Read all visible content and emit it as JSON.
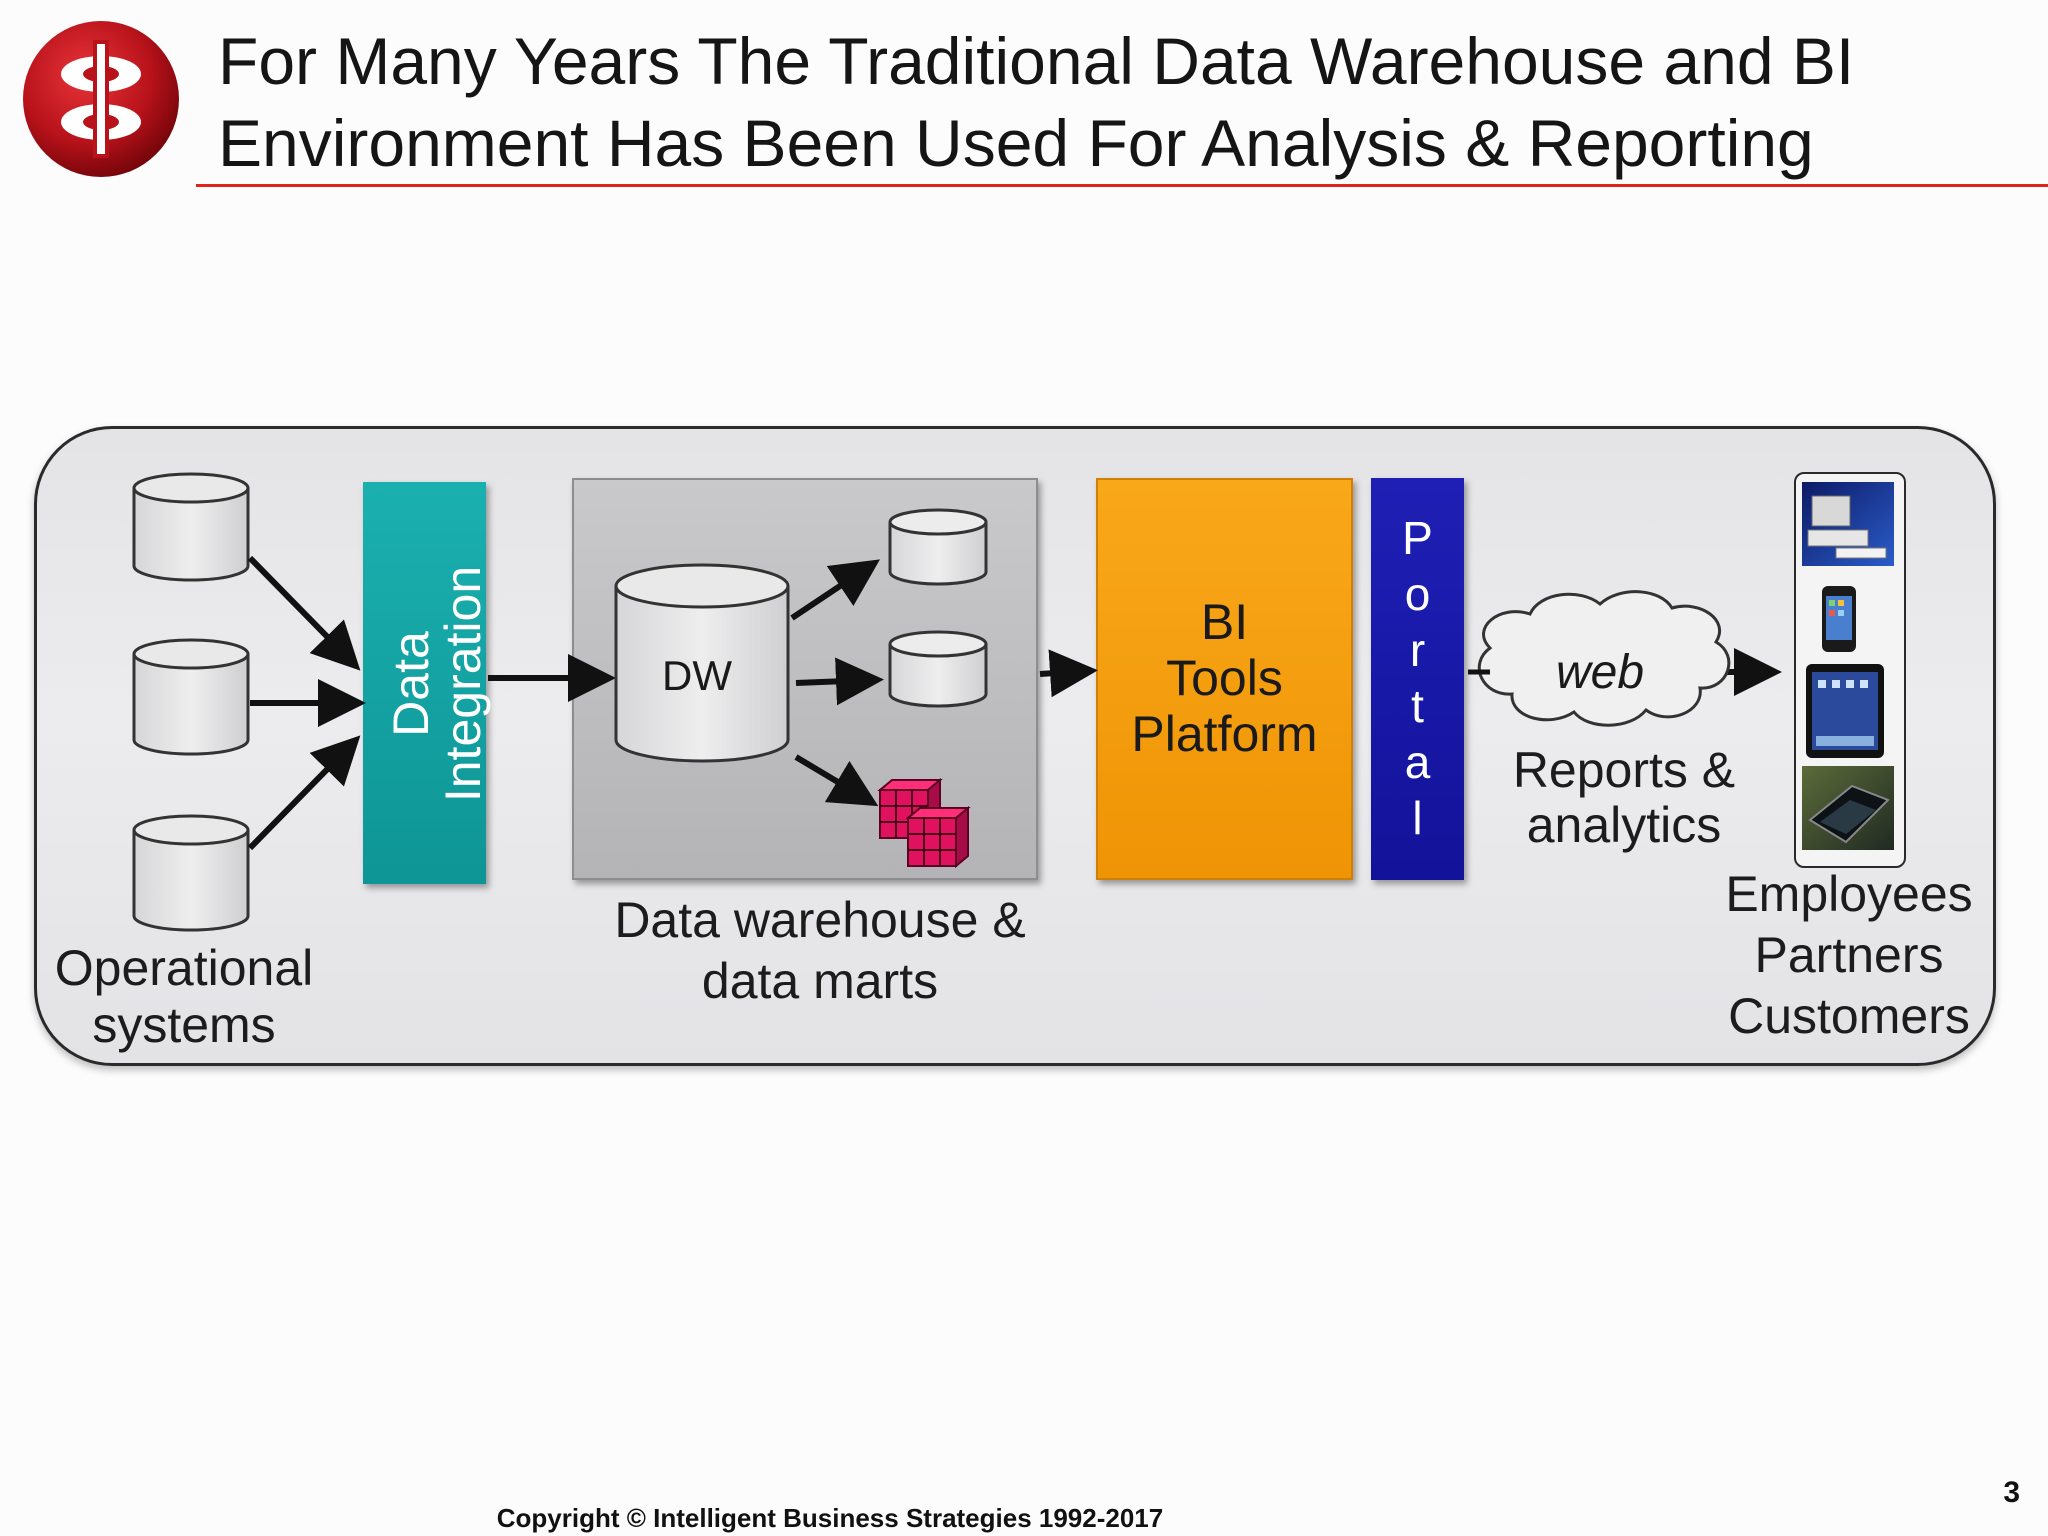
{
  "title": {
    "line1": "For Many Years The Traditional Data Warehouse and BI",
    "line2": "Environment Has Been Used For Analysis & Reporting"
  },
  "diagram": {
    "operational_systems": {
      "line1": "Operational",
      "line2": "systems"
    },
    "data_integration": {
      "line1": "Data",
      "line2": "Integration"
    },
    "dw_label": "DW",
    "dw_group": {
      "line1": "Data warehouse &",
      "line2": "data marts"
    },
    "bi_tools": {
      "line1": "BI",
      "line2": "Tools",
      "line3": "Platform"
    },
    "portal": [
      "P",
      "o",
      "r",
      "t",
      "a",
      "l"
    ],
    "web_cloud": "web",
    "reports": {
      "line1": "Reports &",
      "line2": "analytics"
    },
    "audience": [
      "Employees",
      "Partners",
      "Customers"
    ]
  },
  "footer": {
    "copyright": "Copyright © Intelligent Business Strategies 1992-2017",
    "slide_number": "3"
  },
  "colors": {
    "brand_red": "#e2231a",
    "data_integration": "#14a3a3",
    "bi_tools": "#f59e0b",
    "portal": "#1818a8",
    "data_mart_cube": "#e0115f"
  },
  "icons": [
    "company-logo-icon",
    "database-icon",
    "cube-icon",
    "cloud-icon",
    "desktop-computer-icon",
    "mobile-phone-icon",
    "tablet-icon",
    "laptop-icon"
  ]
}
